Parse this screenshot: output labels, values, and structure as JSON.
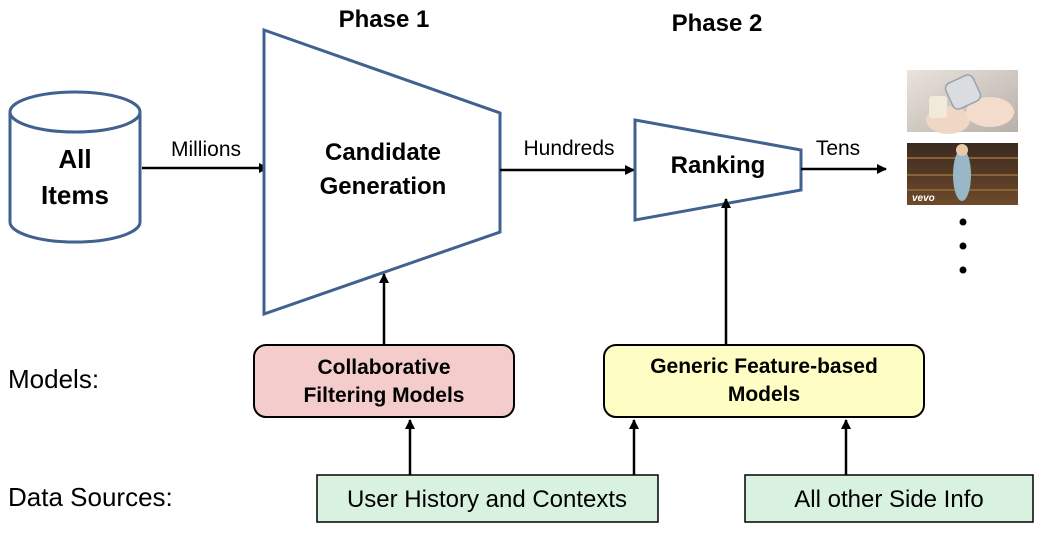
{
  "phases": {
    "phase1": "Phase 1",
    "phase2": "Phase 2"
  },
  "all_items": {
    "line1": "All",
    "line2": "Items"
  },
  "flow_labels": {
    "millions": "Millions",
    "hundreds": "Hundreds",
    "tens": "Tens"
  },
  "candidate_generation": {
    "line1": "Candidate",
    "line2": "Generation"
  },
  "ranking": {
    "label": "Ranking"
  },
  "row_labels": {
    "models": "Models:",
    "data_sources": "Data Sources:"
  },
  "models": {
    "collaborative": {
      "line1": "Collaborative",
      "line2": "Filtering Models",
      "fill": "#f4cccc"
    },
    "generic": {
      "line1": "Generic Feature-based",
      "line2": "Models",
      "fill": "#fdfdc4"
    }
  },
  "data_sources": {
    "user_history": {
      "label": "User History and Contexts",
      "fill": "#d9f2e0"
    },
    "side_info": {
      "label": "All other Side Info",
      "fill": "#d9f2e0"
    }
  },
  "results": {
    "thumb2_caption": "vevo",
    "more_indicator": "ellipsis-vertical-icon"
  }
}
